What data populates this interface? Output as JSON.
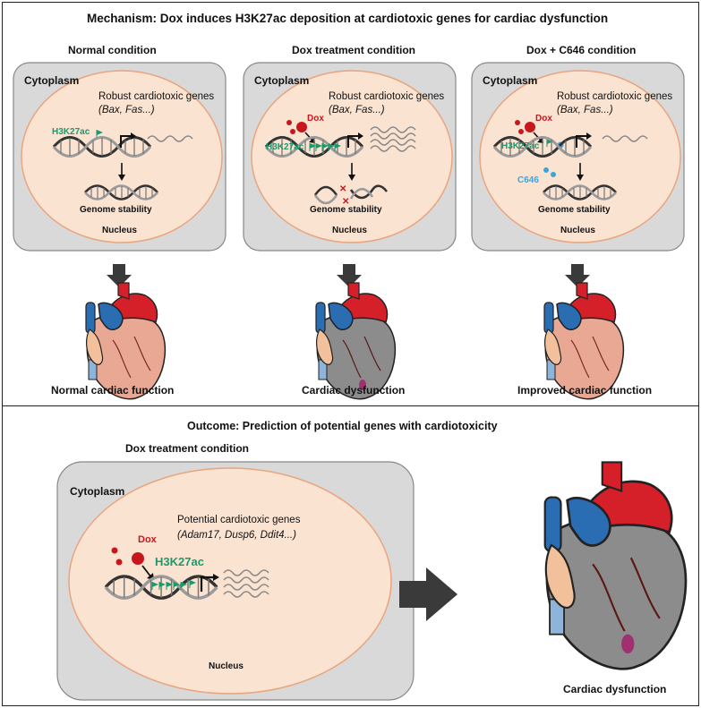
{
  "top": {
    "title": "Mechanism: Dox induces H3K27ac deposition at cardiotoxic genes for cardiac dysfunction",
    "panels": [
      {
        "heading": "Normal condition",
        "cytoplasm": "Cytoplasm",
        "genes_label": "Robust cardiotoxic genes",
        "genes_examples": "(Bax, Fas...)",
        "h3k27ac": "H3K27ac",
        "stability": "Genome stability",
        "nucleus": "Nucleus",
        "outcome": "Normal cardiac function"
      },
      {
        "heading": "Dox treatment condition",
        "cytoplasm": "Cytoplasm",
        "genes_label": "Robust cardiotoxic genes",
        "genes_examples": "(Bax, Fas...)",
        "dox": "Dox",
        "h3k27ac": "H3K27ac",
        "stability": "Genome stability",
        "nucleus": "Nucleus",
        "outcome": "Cardiac dysfunction"
      },
      {
        "heading": "Dox + C646 condition",
        "cytoplasm": "Cytoplasm",
        "genes_label": "Robust cardiotoxic genes",
        "genes_examples": "(Bax, Fas...)",
        "dox": "Dox",
        "h3k27ac": "H3K27ac",
        "c646": "C646",
        "stability": "Genome stability",
        "nucleus": "Nucleus",
        "outcome": "Improved cardiac function"
      }
    ]
  },
  "bottom": {
    "title": "Outcome: Prediction of potential  genes with cardiotoxicity",
    "heading": "Dox treatment condition",
    "cytoplasm": "Cytoplasm",
    "genes_label": "Potential cardiotoxic genes",
    "genes_examples": "(Adam17, Dusp6, Ddit4...)",
    "dox": "Dox",
    "h3k27ac": "H3K27ac",
    "nucleus": "Nucleus",
    "outcome": "Cardiac dysfunction"
  },
  "colors": {
    "cell_gray": "#d9d9d9",
    "nucleus_peach": "#fbe3d2",
    "nucleus_border": "#e8a57e",
    "dox_red": "#c8161d",
    "h3k27ac_green": "#1a9a6c",
    "c646_blue": "#3aa6dc",
    "heart_red": "#d5202a",
    "heart_blue": "#2a6db3",
    "heart_pink": "#e9a893",
    "heart_gray": "#8c8c8c",
    "arrow_dark": "#3a3a3a"
  }
}
